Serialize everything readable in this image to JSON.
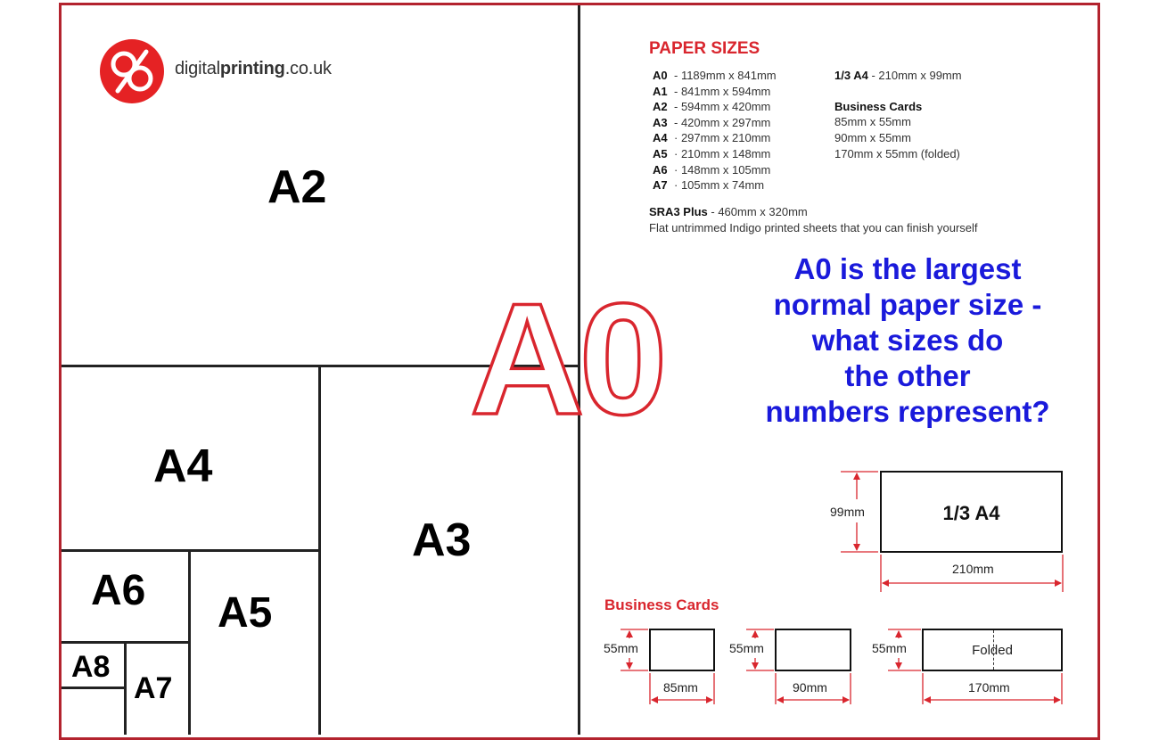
{
  "logo": {
    "brand_plain_1": "digital",
    "brand_bold": "printing",
    "brand_plain_2": ".co.uk"
  },
  "sheet_labels": {
    "a0": "A0",
    "a2": "A2",
    "a3": "A3",
    "a4": "A4",
    "a5": "A5",
    "a6": "A6",
    "a7": "A7",
    "a8": "A8"
  },
  "paper_sizes": {
    "title": "PAPER SIZES",
    "a_series": [
      {
        "name": "A0",
        "size": "- 1189mm x 841mm"
      },
      {
        "name": "A1",
        "size": "- 841mm x 594mm"
      },
      {
        "name": "A2",
        "size": "- 594mm x 420mm"
      },
      {
        "name": "A3",
        "size": "- 420mm x 297mm"
      },
      {
        "name": "A4",
        "size": "· 297mm x 210mm"
      },
      {
        "name": "A5",
        "size": "· 210mm x 148mm"
      },
      {
        "name": "A6",
        "size": "· 148mm x 105mm"
      },
      {
        "name": "A7",
        "size": "· 105mm x 74mm"
      }
    ],
    "third_a4": {
      "name": "1/3 A4",
      "size": "- 210mm x 99mm"
    },
    "business_cards": {
      "title": "Business Cards",
      "sizes": [
        "85mm x 55mm",
        "90mm x 55mm",
        "170mm x 55mm (folded)"
      ]
    },
    "sra3": {
      "name": "SRA3 Plus",
      "size": "- 460mm x 320mm",
      "description": "Flat untrimmed Indigo printed sheets that you can finish yourself"
    }
  },
  "question": {
    "lines": [
      "A0 is the largest",
      "normal paper size -",
      "what sizes do",
      "the other",
      "numbers represent?"
    ]
  },
  "third_a4_diagram": {
    "label": "1/3 A4",
    "height_label": "99mm",
    "width_label": "210mm"
  },
  "business_cards_diagram": {
    "title": "Business Cards",
    "cards": [
      {
        "height_label": "55mm",
        "width_label": "85mm",
        "text": ""
      },
      {
        "height_label": "55mm",
        "width_label": "90mm",
        "text": ""
      },
      {
        "height_label": "55mm",
        "width_label": "170mm",
        "text": "Folded"
      }
    ]
  },
  "colors": {
    "frame": "#b3232e",
    "accent_red": "#d9262e",
    "question_blue": "#1a1adb",
    "logo_red": "#e52224"
  }
}
